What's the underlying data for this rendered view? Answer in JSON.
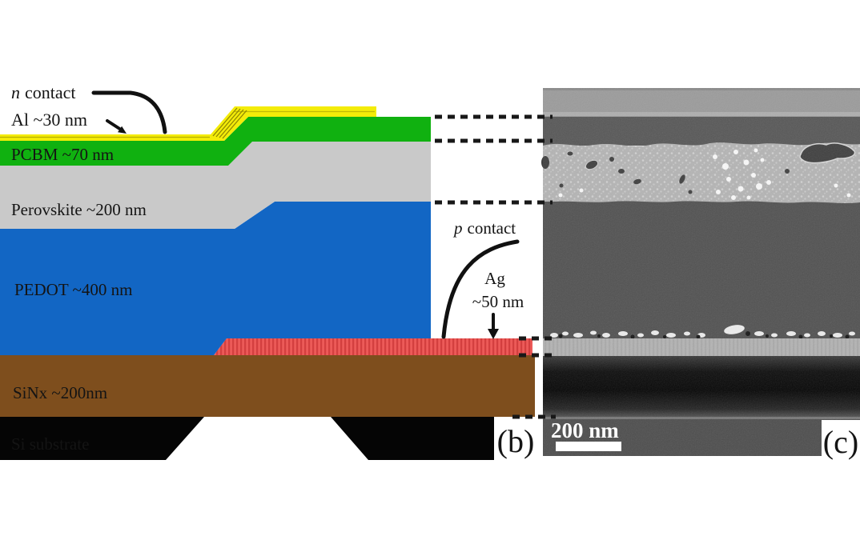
{
  "figure": {
    "panel_b_label": "(b)",
    "panel_c_label": "(c)"
  },
  "schematic": {
    "annotations": {
      "n_contact_italic": "n",
      "n_contact_rest": "contact",
      "al_label": "Al ~30 nm",
      "p_contact_italic": "p",
      "p_contact_rest": "contact",
      "ag_label": "Ag",
      "ag_thickness": "~50 nm"
    },
    "layers": {
      "al": {
        "color": "#f4ec09"
      },
      "pcbm": {
        "label": "PCBM ~70 nm",
        "color": "#10b110",
        "text_color": "#0a0a0a"
      },
      "perovskite": {
        "label": "Perovskite ~200 nm",
        "color": "#c9c9c9",
        "text_color": "#141414"
      },
      "pedot": {
        "label": "PEDOT ~400 nm",
        "color": "#1266c4",
        "text_color": "#eef2f8"
      },
      "ag": {
        "color": "#ec5a58",
        "stripe_color": "#cf3a3a"
      },
      "sinx": {
        "label": "SiNx ~200nm",
        "color": "#7e4e1d",
        "text_color": "#ecd2a8"
      },
      "si": {
        "label": "Si substrate",
        "color": "#050505",
        "text_color": "#f5f5f5"
      }
    }
  },
  "sem": {
    "scale_bar_label": "200 nm",
    "colors": {
      "top_band": "#9b9b9b",
      "pcbm_band": "#575757",
      "perovskite_band": "#b4b4b4",
      "pedot_band": "#515151",
      "ag_band": "#b3b3b3",
      "sinx_band": "#050505",
      "bottom_band": "#4d4d4d"
    }
  }
}
